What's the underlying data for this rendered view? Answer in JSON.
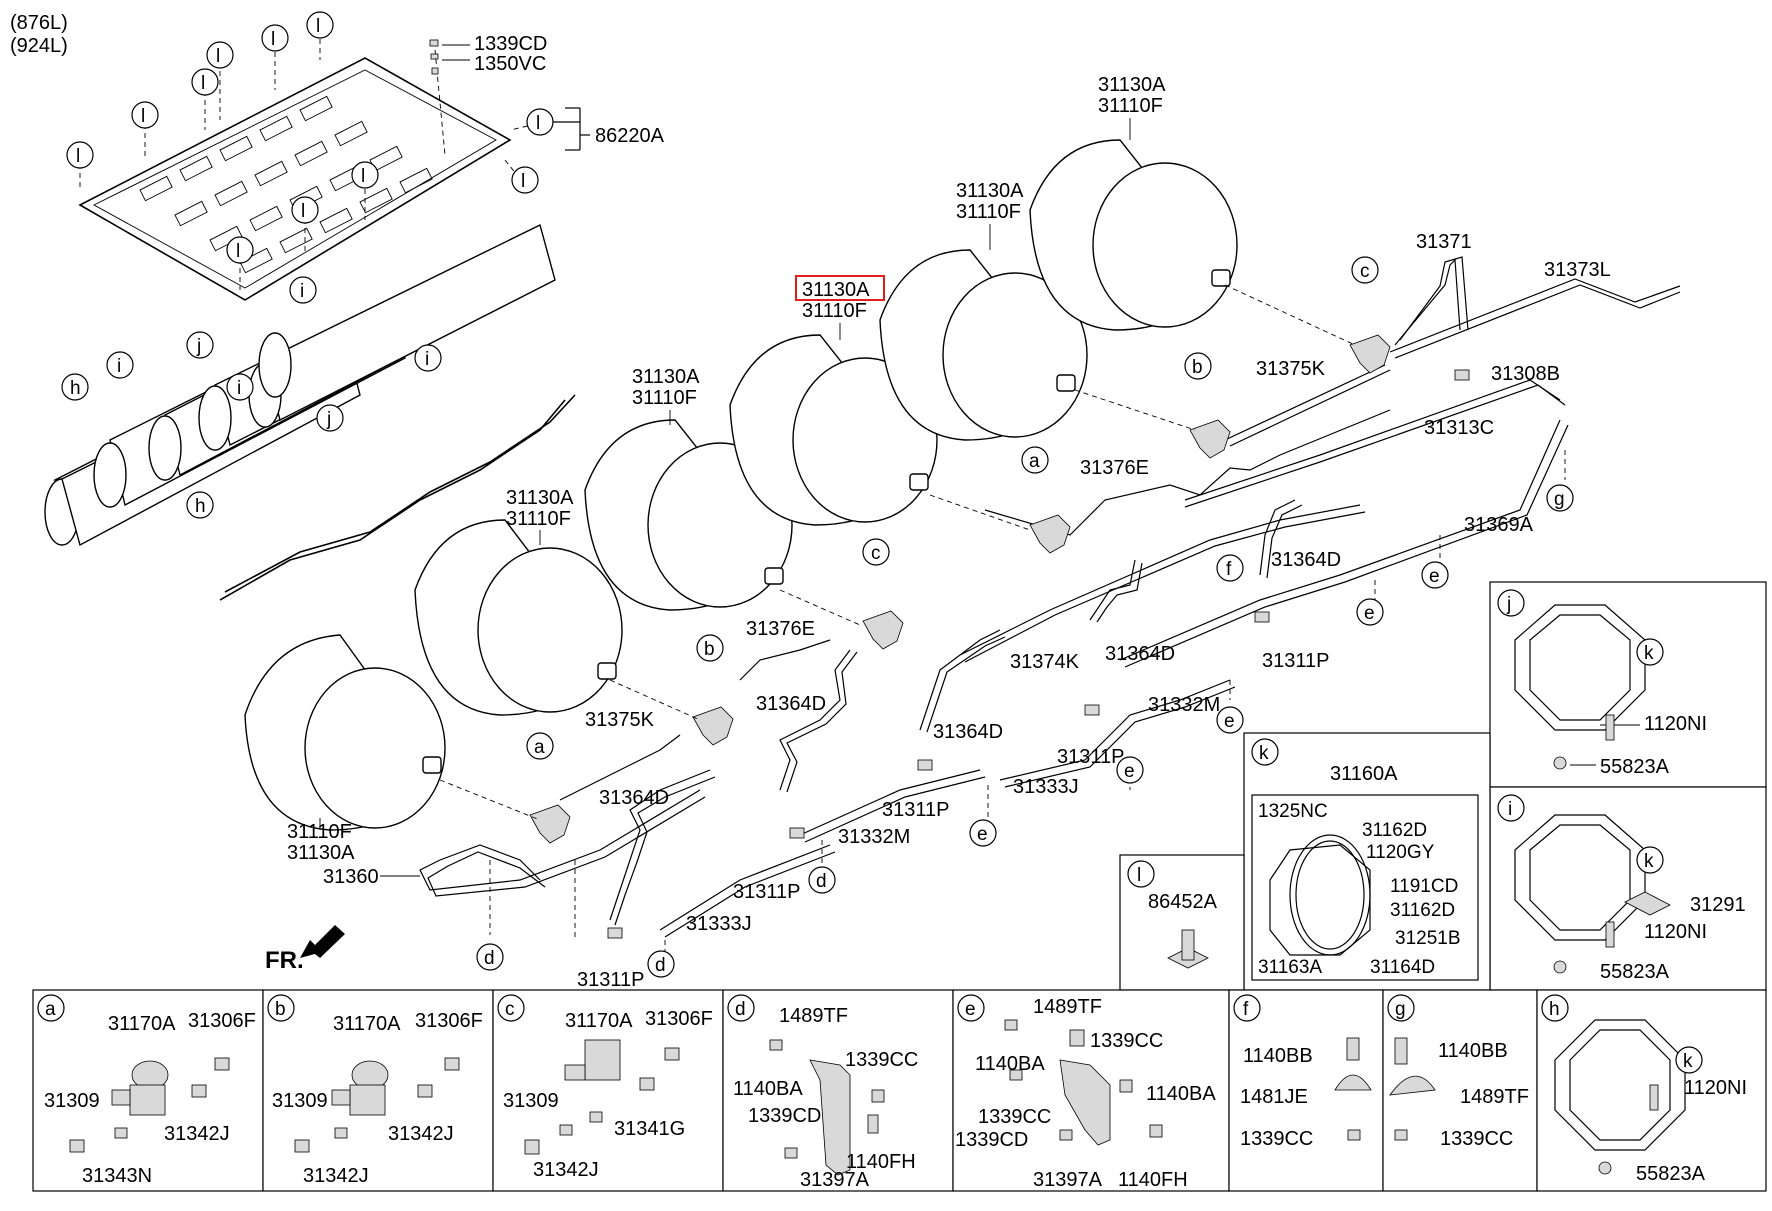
{
  "variants": [
    "(876L)",
    "(924L)"
  ],
  "front_label": "FR.",
  "callouts": {
    "a": "a",
    "b": "b",
    "c": "c",
    "d": "d",
    "e": "e",
    "f": "f",
    "g": "g",
    "h": "h",
    "i": "i",
    "j": "j",
    "k": "k",
    "l": "l"
  },
  "cover": {
    "p1339cd": "1339CD",
    "p1350vc": "1350VC",
    "p86220a": "86220A"
  },
  "tanks": {
    "t1_a": "31130A",
    "t1_f": "31110F",
    "t2_a": "31130A",
    "t2_f": "31110F",
    "t3_a": "31130A",
    "t3_f": "31110F",
    "t4_a": "31130A",
    "t4_f": "31110F",
    "t5_a": "31130A",
    "t5_f": "31110F",
    "t6_f": "31110F",
    "t6_a": "31130A"
  },
  "pipes": {
    "p31371": "31371",
    "p31373l": "31373L",
    "p31375k_1": "31375K",
    "p31308b": "31308B",
    "p31313c": "31313C",
    "p31376e_1": "31376E",
    "p31369a": "31369A",
    "p31364d_1": "31364D",
    "p31374k": "31374K",
    "p31364d_2": "31364D",
    "p31311p_1": "31311P",
    "p31376e_2": "31376E",
    "p31332m_1": "31332M",
    "p31364d_3": "31364D",
    "p31375k_2": "31375K",
    "p31364d_4": "31364D",
    "p31311p_2": "31311P",
    "p31333j_1": "31333J",
    "p31311p_3": "31311P",
    "p31332m_2": "31332M",
    "p31364d_5": "31364D",
    "p31360": "31360",
    "p31311p_4": "31311P",
    "p31333j_2": "31333J",
    "p31311p_5": "31311P"
  },
  "panel_j": {
    "bolt": "1120NI",
    "nut": "55823A"
  },
  "panel_i": {
    "plate": "31291",
    "bolt": "1120NI",
    "nut": "55823A"
  },
  "panel_k": {
    "assy": "31160A",
    "p1325nc": "1325NC",
    "p31162d_1": "31162D",
    "p1120gy": "1120GY",
    "p1191cd": "1191CD",
    "p31162d_2": "31162D",
    "p31251b": "31251B",
    "p31163a": "31163A",
    "p31164d": "31164D"
  },
  "panel_l": {
    "pad": "86452A"
  },
  "panel_a": {
    "valve": "31170A",
    "fit": "31306F",
    "screw": "31309",
    "plug": "31342J",
    "cap": "31343N"
  },
  "panel_b": {
    "valve": "31170A",
    "fit": "31306F",
    "screw": "31309",
    "plug1": "31342J",
    "plug2": "31342J"
  },
  "panel_c": {
    "valve": "31170A",
    "fit": "31306F",
    "screw": "31309",
    "nipple": "31341G",
    "plug": "31342J"
  },
  "panel_d": {
    "bolt": "1489TF",
    "cc": "1339CC",
    "ba": "1140BA",
    "cd": "1339CD",
    "fh": "1140FH",
    "bracket": "31397A"
  },
  "panel_e": {
    "bolt": "1489TF",
    "cc1": "1339CC",
    "ba1": "1140BA",
    "ba2": "1140BA",
    "cc2": "1339CC",
    "cd": "1339CD",
    "bracket": "31397A",
    "fh": "1140FH"
  },
  "panel_f": {
    "bb": "1140BB",
    "je": "1481JE",
    "cc": "1339CC"
  },
  "panel_g": {
    "bb": "1140BB",
    "tf": "1489TF",
    "cc": "1339CC"
  },
  "panel_h": {
    "bolt": "1120NI",
    "nut": "55823A"
  },
  "highlight_part": "31130A"
}
